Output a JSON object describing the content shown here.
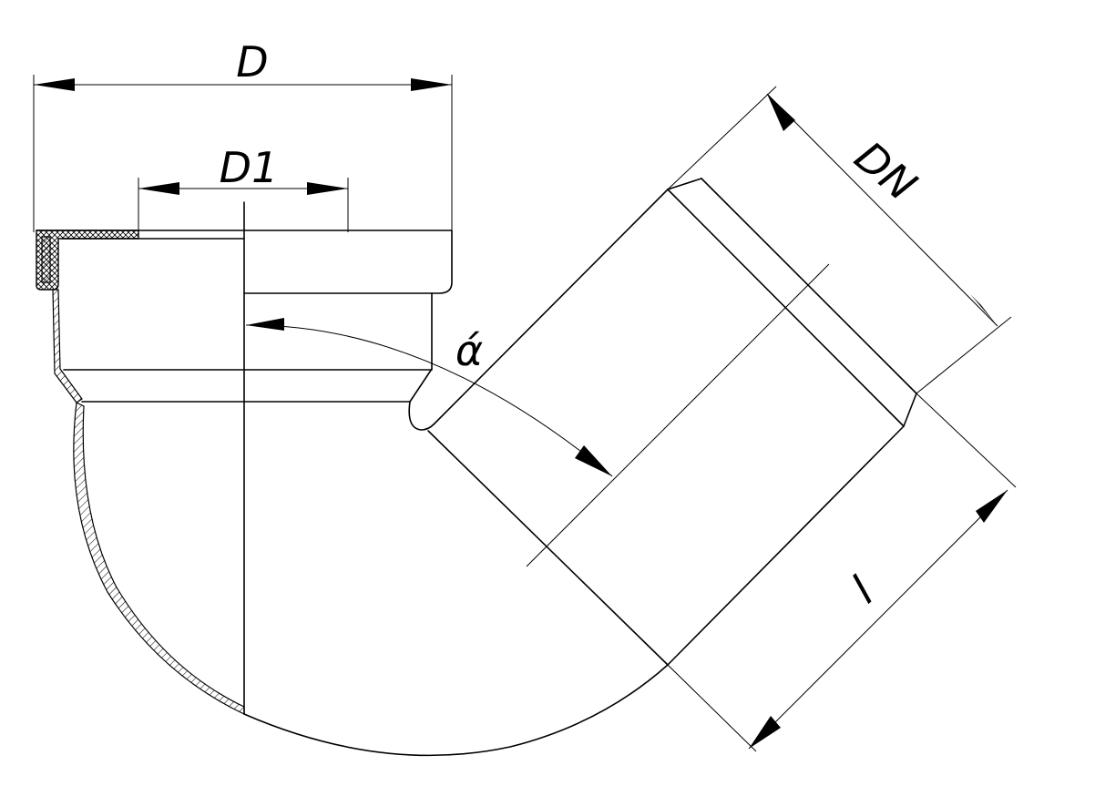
{
  "labels": {
    "d": "D",
    "d1": "D1",
    "dn": "DN",
    "angle": "ά",
    "length": "l"
  }
}
